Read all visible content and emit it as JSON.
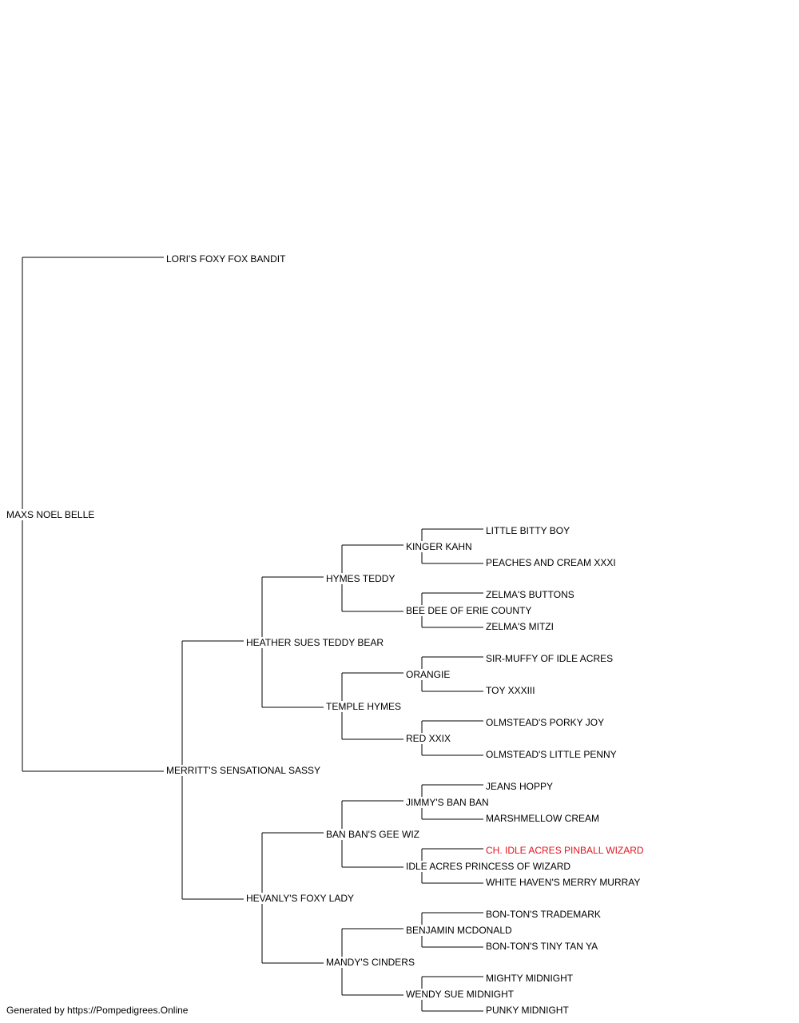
{
  "subject": "MAXS NOEL BELLE",
  "highlight_color": "#e0141e",
  "line_color": "#000000",
  "sire": {
    "name": "LORI'S FOXY FOX BANDIT"
  },
  "dam": {
    "name": "MERRITT'S SENSATIONAL SASSY",
    "sire": {
      "name": "HEATHER SUES TEDDY BEAR",
      "sire": {
        "name": "HYMES TEDDY",
        "sire": {
          "name": "KINGER KAHN",
          "sire": {
            "name": "LITTLE BITTY BOY"
          },
          "dam": {
            "name": "PEACHES AND CREAM XXXI"
          }
        },
        "dam": {
          "name": "BEE DEE OF ERIE COUNTY",
          "sire": {
            "name": "ZELMA'S BUTTONS"
          },
          "dam": {
            "name": "ZELMA'S MITZI"
          }
        }
      },
      "dam": {
        "name": "TEMPLE HYMES",
        "sire": {
          "name": "ORANGIE",
          "sire": {
            "name": "SIR-MUFFY OF IDLE ACRES"
          },
          "dam": {
            "name": "TOY XXXIII"
          }
        },
        "dam": {
          "name": "RED XXIX",
          "sire": {
            "name": "OLMSTEAD'S PORKY JOY"
          },
          "dam": {
            "name": "OLMSTEAD'S LITTLE PENNY"
          }
        }
      }
    },
    "dam": {
      "name": "HEVANLY'S FOXY LADY",
      "sire": {
        "name": "BAN BAN'S GEE WIZ",
        "sire": {
          "name": "JIMMY'S BAN BAN",
          "sire": {
            "name": "JEANS HOPPY"
          },
          "dam": {
            "name": "MARSHMELLOW CREAM"
          }
        },
        "dam": {
          "name": "IDLE ACRES PRINCESS OF WIZARD",
          "sire": {
            "name": "CH. IDLE ACRES PINBALL WIZARD",
            "champion": true
          },
          "dam": {
            "name": "WHITE HAVEN'S MERRY MURRAY"
          }
        }
      },
      "dam": {
        "name": "MANDY'S CINDERS",
        "sire": {
          "name": "BENJAMIN MCDONALD",
          "sire": {
            "name": "BON-TON'S TRADEMARK"
          },
          "dam": {
            "name": "BON-TON'S TINY TAN YA"
          }
        },
        "dam": {
          "name": "WENDY SUE MIDNIGHT",
          "sire": {
            "name": "MIGHTY MIDNIGHT"
          },
          "dam": {
            "name": "PUNKY MIDNIGHT"
          }
        }
      }
    }
  },
  "footer": "Generated by https://Pompedigrees.Online"
}
